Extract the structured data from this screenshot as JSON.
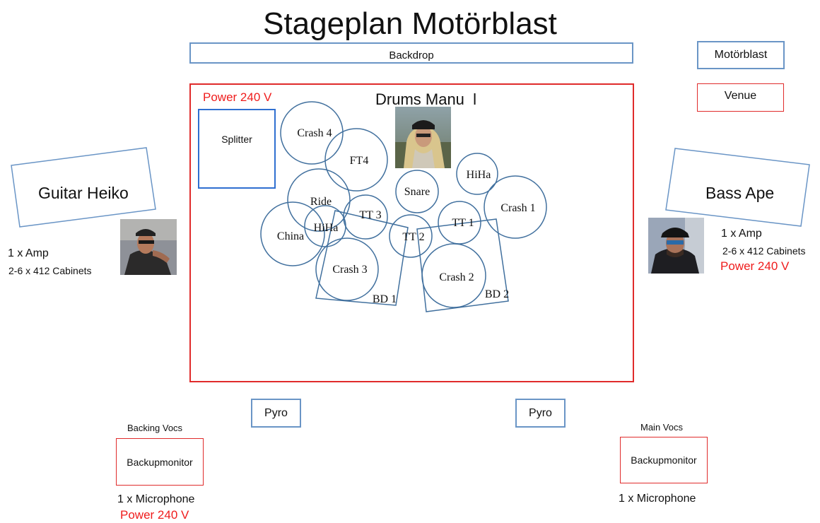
{
  "title": "Stageplan Motörblast",
  "backdrop": "Backdrop",
  "legend": {
    "band": "Motörblast",
    "venue": "Venue"
  },
  "stage": {
    "power": "Power 240 V",
    "drums_label": "Drums Manu  l",
    "splitter": "Splitter",
    "drum_parts": {
      "crash4": "Crash 4",
      "ft4": "FT4",
      "ride": "Ride",
      "china": "China",
      "hiha_left": "HiHa",
      "tt3": "TT 3",
      "snare": "Snare",
      "hiha_right": "HiHa",
      "crash1": "Crash 1",
      "tt1": "TT 1",
      "tt2": "TT 2",
      "crash3": "Crash 3",
      "crash2": "Crash 2",
      "bd1": "BD 1",
      "bd2": "BD 2"
    }
  },
  "guitar": {
    "label": "Guitar Heiko",
    "amp": "1 x Amp",
    "cabinets": "2-6 x 412 Cabinets"
  },
  "bass": {
    "label": "Bass Ape",
    "amp": "1 x Amp",
    "cabinets": "2-6 x 412 Cabinets",
    "power": "Power 240 V"
  },
  "pyro": {
    "left": "Pyro",
    "right": "Pyro"
  },
  "backing": {
    "caption": "Backing Vocs",
    "monitor": "Backupmonitor",
    "mic": "1 x Microphone",
    "power": "Power 240 V"
  },
  "main": {
    "caption": "Main Vocs",
    "monitor": "Backupmonitor",
    "mic": "1 x Microphone"
  },
  "colors": {
    "outline_blue": "#6a95c6",
    "drum_blue": "#41709e",
    "splitter_blue": "#2f6fd0",
    "red": "#e02b2b",
    "power_red": "#ef1c1c"
  }
}
